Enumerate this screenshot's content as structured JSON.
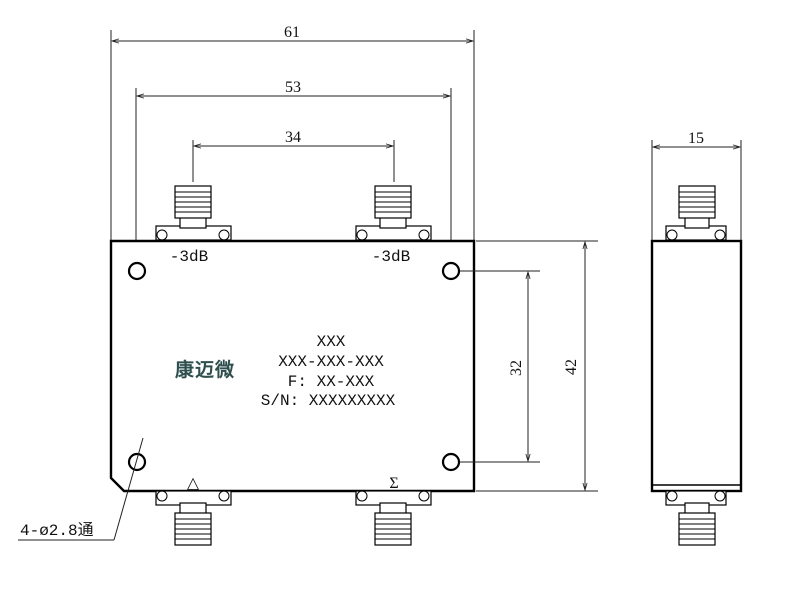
{
  "dimensions": {
    "overall_width": "61",
    "hole_spacing_x": "53",
    "connector_spacing": "34",
    "hole_spacing_y": "32",
    "overall_height": "42",
    "thickness": "15"
  },
  "ports": {
    "left_output": "-3dB",
    "right_output": "-3dB",
    "delta_symbol": "△",
    "sigma_symbol": "Σ"
  },
  "label": {
    "brand": "康迈微",
    "line1": "XXX",
    "line2": "XXX-XXX-XXX",
    "line3": "F: XX-XXX",
    "line4": "S/N: XXXXXXXXX"
  },
  "hole_note": "4-ø2.8通"
}
